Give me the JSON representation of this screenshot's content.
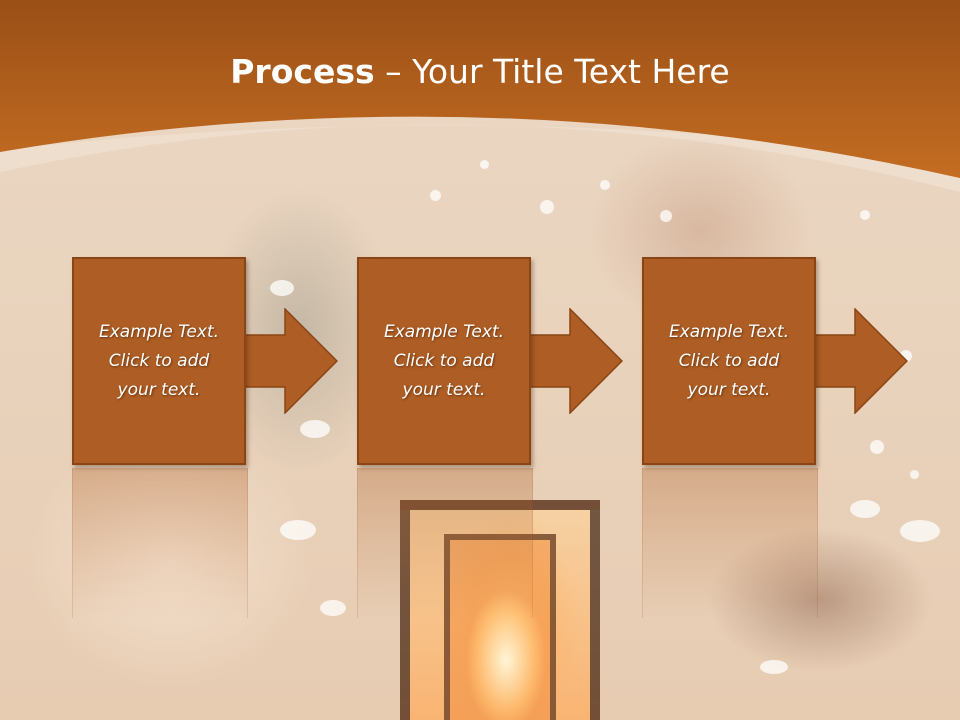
{
  "slide": {
    "title_bold": "Process",
    "title_rest": " – Your Title Text Here"
  },
  "process_steps": [
    {
      "text": "Example Text.\nClick  to add\nyour text."
    },
    {
      "text": "Example Text.\nClick  to add\nyour text."
    },
    {
      "text": "Example Text.\nClick  to add\nyour text."
    }
  ],
  "colors": {
    "header": "#b7651f",
    "box_fill": "#ae5e24",
    "box_border": "#8a4514",
    "title_text": "#ffffff"
  }
}
